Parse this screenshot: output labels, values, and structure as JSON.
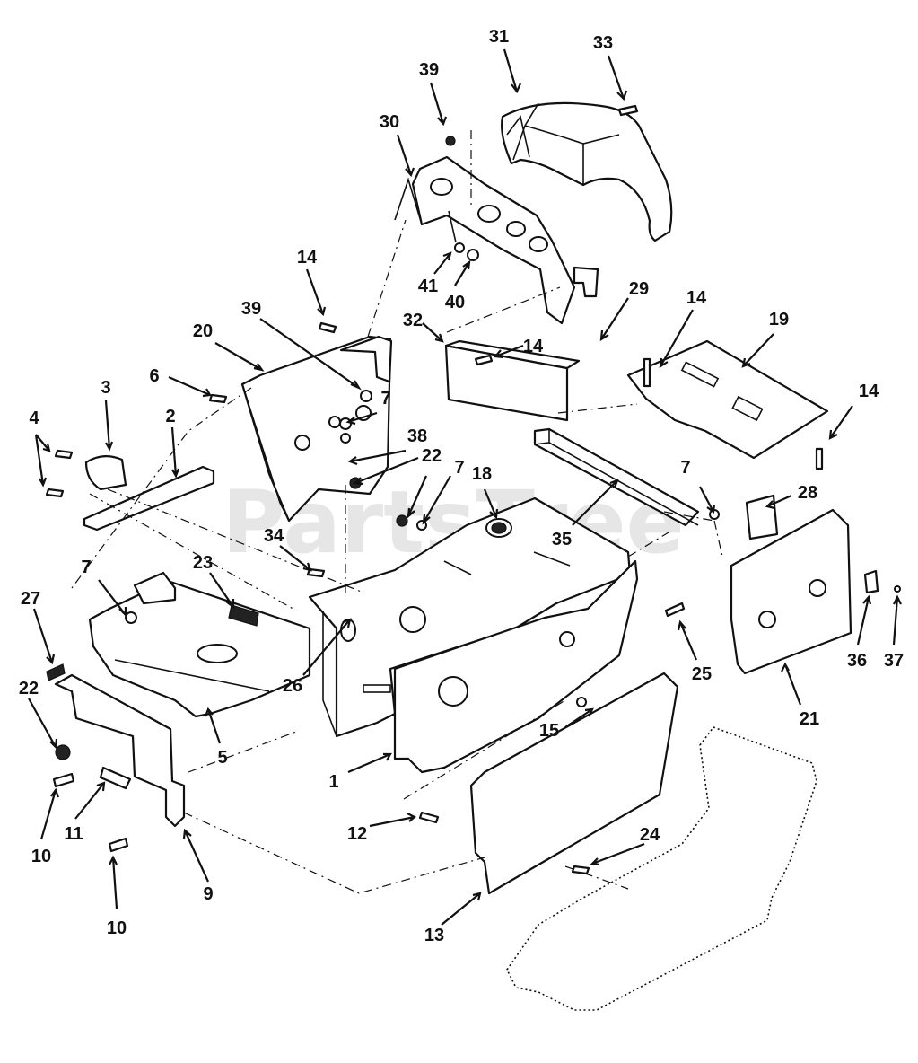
{
  "diagram": {
    "watermark": "PartsTree",
    "callouts": [
      {
        "id": "c31",
        "label": "31"
      },
      {
        "id": "c33",
        "label": "33"
      },
      {
        "id": "c39a",
        "label": "39"
      },
      {
        "id": "c30",
        "label": "30"
      },
      {
        "id": "c41",
        "label": "41"
      },
      {
        "id": "c40",
        "label": "40"
      },
      {
        "id": "c29",
        "label": "29"
      },
      {
        "id": "c14a",
        "label": "14"
      },
      {
        "id": "c14b",
        "label": "14"
      },
      {
        "id": "c14c",
        "label": "14"
      },
      {
        "id": "c14d",
        "label": "14"
      },
      {
        "id": "c39b",
        "label": "39"
      },
      {
        "id": "c20",
        "label": "20"
      },
      {
        "id": "c32",
        "label": "32"
      },
      {
        "id": "c19",
        "label": "19"
      },
      {
        "id": "c3",
        "label": "3"
      },
      {
        "id": "c6",
        "label": "6"
      },
      {
        "id": "c2",
        "label": "2"
      },
      {
        "id": "c4",
        "label": "4"
      },
      {
        "id": "c7a",
        "label": "7"
      },
      {
        "id": "c7b",
        "label": "7"
      },
      {
        "id": "c7c",
        "label": "7"
      },
      {
        "id": "c7d",
        "label": "7"
      },
      {
        "id": "c38",
        "label": "38"
      },
      {
        "id": "c22a",
        "label": "22"
      },
      {
        "id": "c22b",
        "label": "22"
      },
      {
        "id": "c18",
        "label": "18"
      },
      {
        "id": "c28",
        "label": "28"
      },
      {
        "id": "c35",
        "label": "35"
      },
      {
        "id": "c34",
        "label": "34"
      },
      {
        "id": "c23",
        "label": "23"
      },
      {
        "id": "c27",
        "label": "27"
      },
      {
        "id": "c26",
        "label": "26"
      },
      {
        "id": "c25",
        "label": "25"
      },
      {
        "id": "c36",
        "label": "36"
      },
      {
        "id": "c37",
        "label": "37"
      },
      {
        "id": "c21",
        "label": "21"
      },
      {
        "id": "c15",
        "label": "15"
      },
      {
        "id": "c5",
        "label": "5"
      },
      {
        "id": "c1",
        "label": "1"
      },
      {
        "id": "c10a",
        "label": "10"
      },
      {
        "id": "c10b",
        "label": "10"
      },
      {
        "id": "c11",
        "label": "11"
      },
      {
        "id": "c9",
        "label": "9"
      },
      {
        "id": "c12",
        "label": "12"
      },
      {
        "id": "c24",
        "label": "24"
      },
      {
        "id": "c13",
        "label": "13"
      }
    ]
  }
}
